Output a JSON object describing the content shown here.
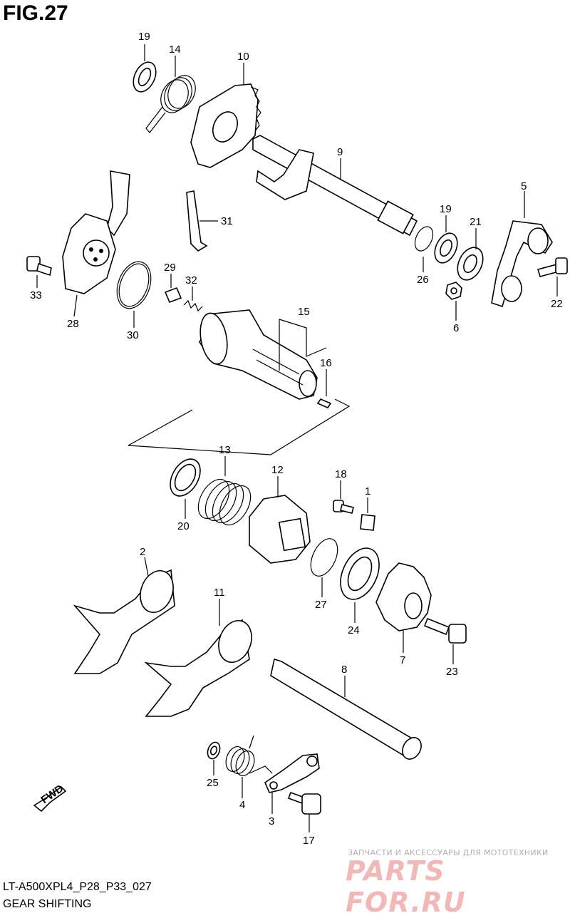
{
  "figure": {
    "title": "FIG.27",
    "code": "LT-A500XPL4_P28_P33_027",
    "name": "GEAR SHIFTING"
  },
  "callouts": [
    {
      "id": "19-top",
      "label": "19"
    },
    {
      "id": "14",
      "label": "14"
    },
    {
      "id": "10",
      "label": "10"
    },
    {
      "id": "9",
      "label": "9"
    },
    {
      "id": "31",
      "label": "31"
    },
    {
      "id": "5",
      "label": "5"
    },
    {
      "id": "19-mid",
      "label": "19"
    },
    {
      "id": "21",
      "label": "21"
    },
    {
      "id": "26",
      "label": "26"
    },
    {
      "id": "22",
      "label": "22"
    },
    {
      "id": "6",
      "label": "6"
    },
    {
      "id": "33",
      "label": "33"
    },
    {
      "id": "28",
      "label": "28"
    },
    {
      "id": "30",
      "label": "30"
    },
    {
      "id": "29",
      "label": "29"
    },
    {
      "id": "32",
      "label": "32"
    },
    {
      "id": "15",
      "label": "15"
    },
    {
      "id": "16",
      "label": "16"
    },
    {
      "id": "13",
      "label": "13"
    },
    {
      "id": "12",
      "label": "12"
    },
    {
      "id": "18",
      "label": "18"
    },
    {
      "id": "1",
      "label": "1"
    },
    {
      "id": "20",
      "label": "20"
    },
    {
      "id": "27",
      "label": "27"
    },
    {
      "id": "24",
      "label": "24"
    },
    {
      "id": "7",
      "label": "7"
    },
    {
      "id": "23",
      "label": "23"
    },
    {
      "id": "2",
      "label": "2"
    },
    {
      "id": "11",
      "label": "11"
    },
    {
      "id": "8",
      "label": "8"
    },
    {
      "id": "25",
      "label": "25"
    },
    {
      "id": "4",
      "label": "4"
    },
    {
      "id": "3",
      "label": "3"
    },
    {
      "id": "17",
      "label": "17"
    }
  ],
  "fwd_arrow": {
    "label": "FWD"
  },
  "watermark": {
    "tagline": "ЗАПЧАСТИ И АКСЕССУАРЫ ДЛЯ МОТОТЕХНИКИ",
    "logo": "PARTS FOR.RU"
  }
}
